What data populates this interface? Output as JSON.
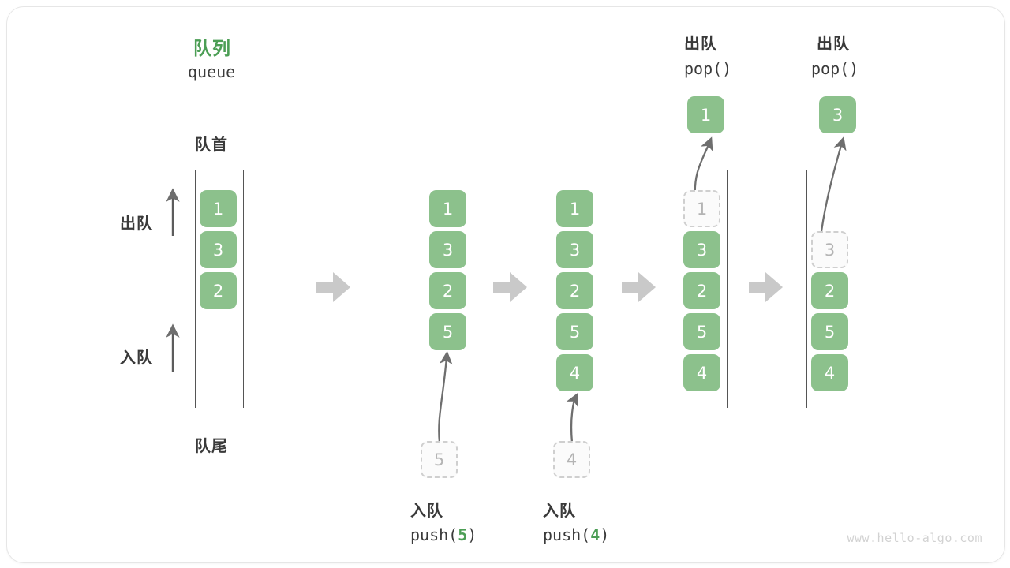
{
  "diagram": {
    "title_cn": "队列",
    "title_en": "queue",
    "accent_color": "#4c9e55",
    "cell_color": "#8cc18c",
    "watermark": "www.hello-algo.com",
    "head_label": "队首",
    "tail_label": "队尾",
    "dequeue_label": "出队",
    "enqueue_label": "入队",
    "pop_code": "pop()",
    "push_code_prefix": "push(",
    "push_code_suffix": ")",
    "step_arrow_icon": "right-block-arrow"
  },
  "columns": [
    {
      "id": "col1",
      "cells": [
        "1",
        "3",
        "2"
      ],
      "ghost": null
    },
    {
      "id": "col2",
      "cells": [
        "1",
        "3",
        "2",
        "5"
      ],
      "ghost": null
    },
    {
      "id": "col3",
      "cells": [
        "1",
        "3",
        "2",
        "5",
        "4"
      ],
      "ghost": null
    },
    {
      "id": "col4",
      "cells": [
        "3",
        "2",
        "5",
        "4"
      ],
      "ghost": "1"
    },
    {
      "id": "col5",
      "cells": [
        "2",
        "5",
        "4"
      ],
      "ghost": "3"
    }
  ],
  "operations": {
    "push_5": {
      "cn": "入队",
      "value": "5",
      "ghost_value": "5"
    },
    "push_4": {
      "cn": "入队",
      "value": "4",
      "ghost_value": "4"
    },
    "pop_1": {
      "cn": "出队",
      "code": "pop()",
      "value": "1"
    },
    "pop_3": {
      "cn": "出队",
      "code": "pop()",
      "value": "3"
    }
  }
}
